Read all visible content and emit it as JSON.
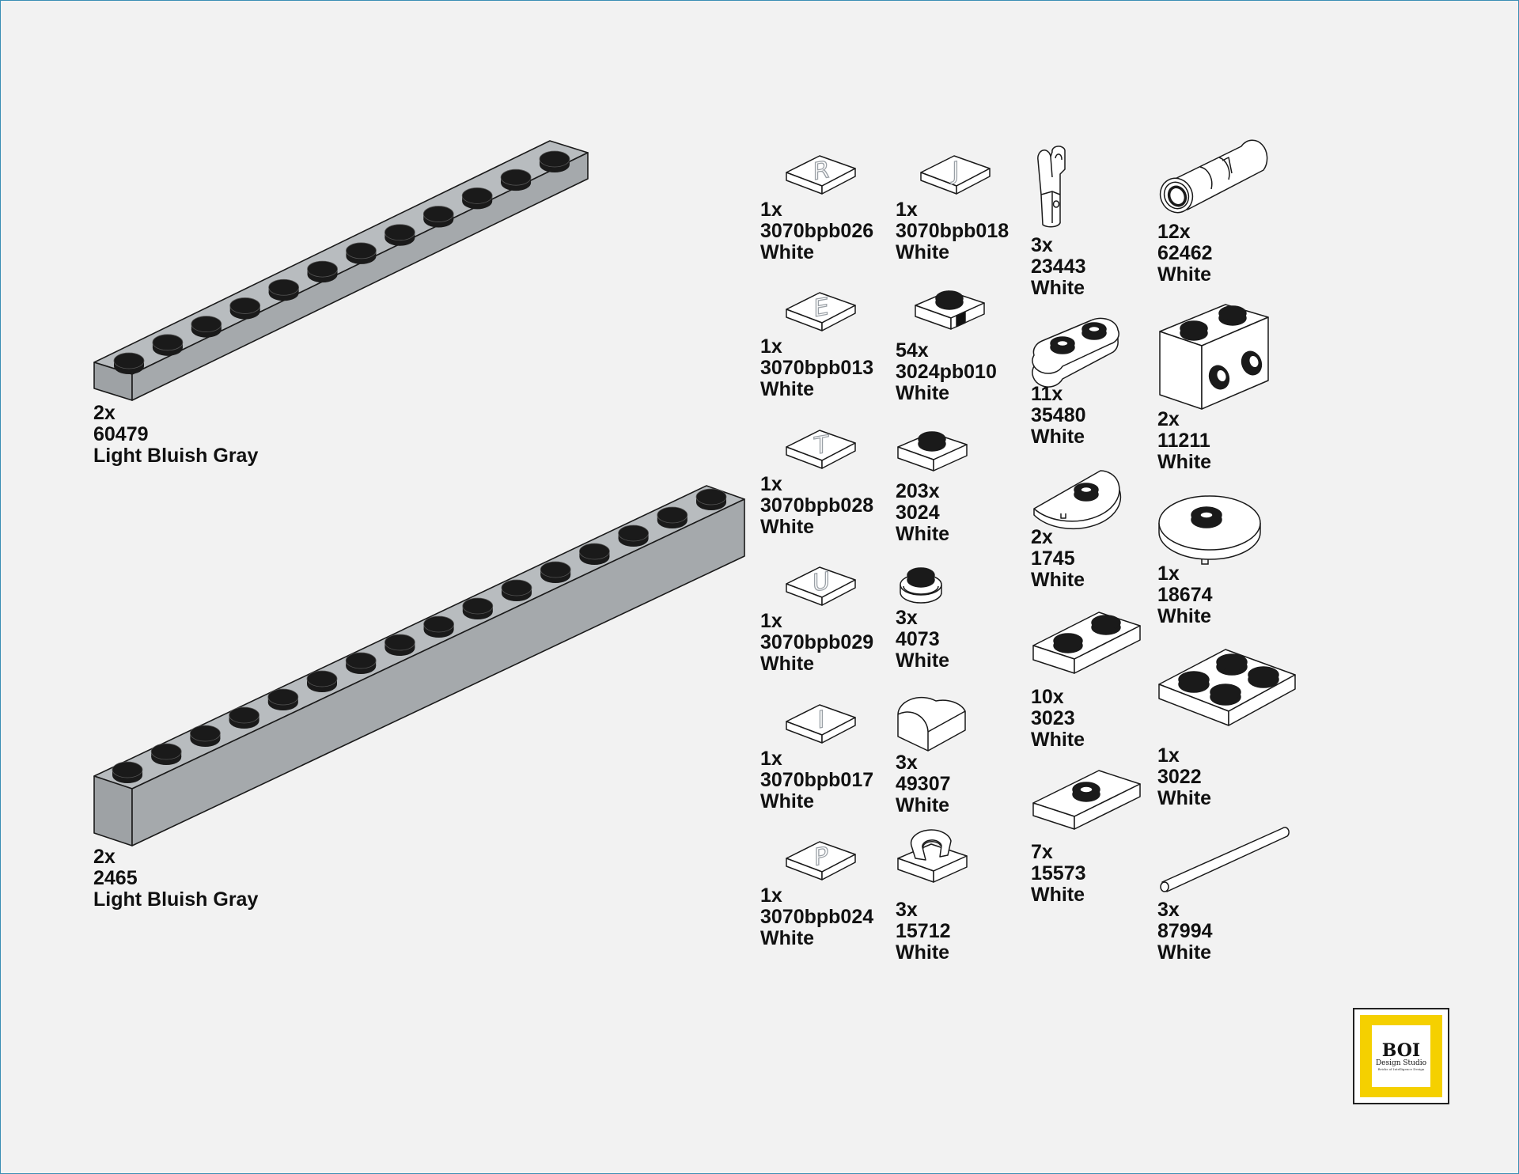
{
  "parts": {
    "p60479": {
      "qty": "2x",
      "id": "60479",
      "color": "Light Bluish Gray"
    },
    "p2465": {
      "qty": "2x",
      "id": "2465",
      "color": "Light Bluish Gray"
    },
    "pR": {
      "qty": "1x",
      "id": "3070bpb026",
      "color": "White",
      "letter": "R"
    },
    "pE": {
      "qty": "1x",
      "id": "3070bpb013",
      "color": "White",
      "letter": "E"
    },
    "pT": {
      "qty": "1x",
      "id": "3070bpb028",
      "color": "White",
      "letter": "T"
    },
    "pU": {
      "qty": "1x",
      "id": "3070bpb029",
      "color": "White",
      "letter": "U"
    },
    "pI": {
      "qty": "1x",
      "id": "3070bpb017",
      "color": "White",
      "letter": "I"
    },
    "pP": {
      "qty": "1x",
      "id": "3070bpb024",
      "color": "White",
      "letter": "P"
    },
    "pJ": {
      "qty": "1x",
      "id": "3070bpb018",
      "color": "White",
      "letter": "J"
    },
    "p3024pb010": {
      "qty": "54x",
      "id": "3024pb010",
      "color": "White"
    },
    "p3024": {
      "qty": "203x",
      "id": "3024",
      "color": "White"
    },
    "p4073": {
      "qty": "3x",
      "id": "4073",
      "color": "White"
    },
    "p49307": {
      "qty": "3x",
      "id": "49307",
      "color": "White"
    },
    "p15712": {
      "qty": "3x",
      "id": "15712",
      "color": "White"
    },
    "p23443": {
      "qty": "3x",
      "id": "23443",
      "color": "White"
    },
    "p35480": {
      "qty": "11x",
      "id": "35480",
      "color": "White"
    },
    "p1745": {
      "qty": "2x",
      "id": "1745",
      "color": "White"
    },
    "p3023": {
      "qty": "10x",
      "id": "3023",
      "color": "White"
    },
    "p15573": {
      "qty": "7x",
      "id": "15573",
      "color": "White"
    },
    "p62462": {
      "qty": "12x",
      "id": "62462",
      "color": "White"
    },
    "p11211": {
      "qty": "2x",
      "id": "11211",
      "color": "White"
    },
    "p18674": {
      "qty": "1x",
      "id": "18674",
      "color": "White"
    },
    "p3022": {
      "qty": "1x",
      "id": "3022",
      "color": "White"
    },
    "p87994": {
      "qty": "3x",
      "id": "87994",
      "color": "White"
    }
  },
  "logo": {
    "brand": "BOI",
    "subtitle": "Design Studio",
    "tagline": "Bricks of Intelligence Design"
  },
  "colors": {
    "gray_part": "#a9adb0",
    "white_part": "#ffffff",
    "stud": "#1a1a1a",
    "letter": "#9aa0a6",
    "logo_yellow": "#f5d000",
    "border": "#3a8fb5"
  }
}
